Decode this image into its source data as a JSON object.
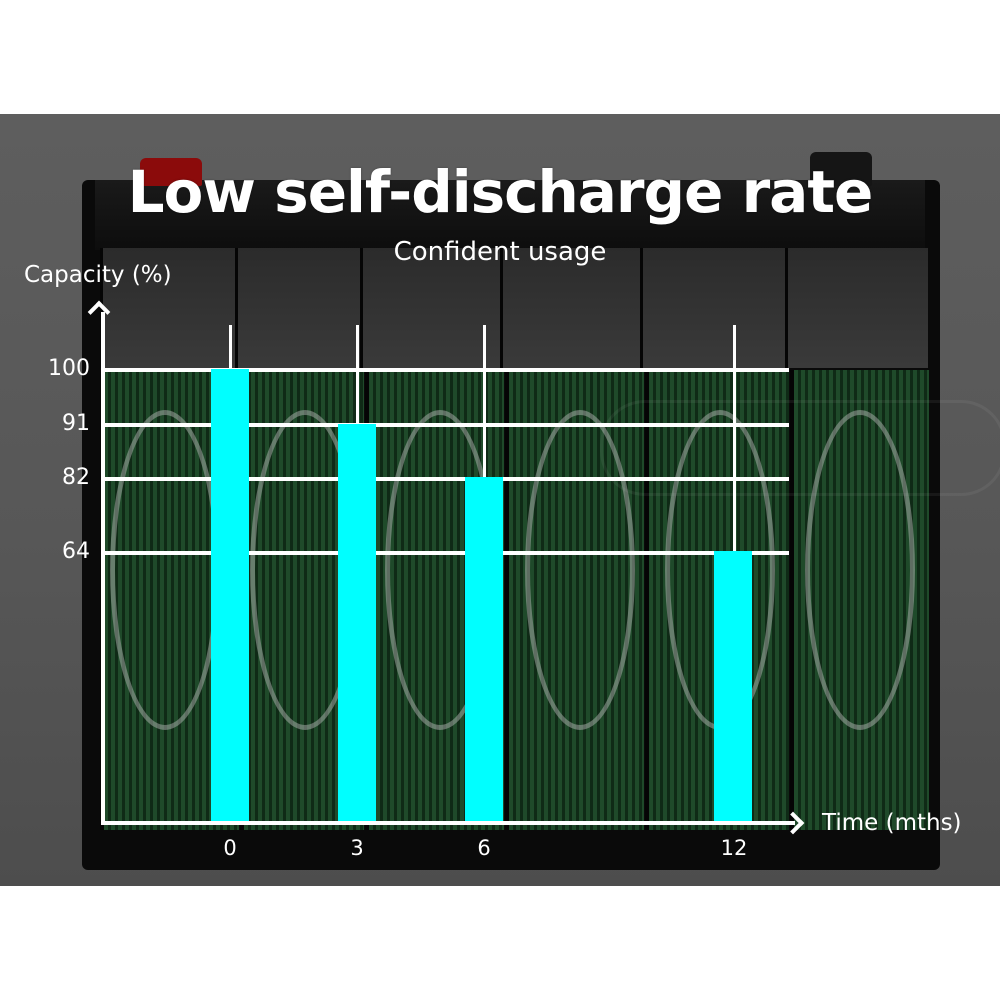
{
  "header": {
    "title": "Low self-discharge rate",
    "subtitle": "Confident usage"
  },
  "colors": {
    "bar": "#00ffff",
    "axis": "#ffffff",
    "background": "#585858",
    "terminal_positive": "#8b0b0b"
  },
  "chart_data": {
    "type": "bar",
    "title": "Low self-discharge rate",
    "subtitle": "Confident usage",
    "xlabel": "Time (mths)",
    "ylabel": "Capacity (%)",
    "categories": [
      "0",
      "3",
      "6",
      "12"
    ],
    "values": [
      100,
      91,
      82,
      64
    ],
    "y_ticks": [
      100,
      91,
      82,
      64
    ],
    "ylim": [
      0,
      100
    ],
    "grid": true,
    "legend": null
  },
  "axis": {
    "y_label": "Capacity (%)",
    "x_label": "Time (mths)",
    "y_ticks": [
      "100",
      "91",
      "82",
      "64"
    ],
    "x_ticks": [
      "0",
      "3",
      "6",
      "12"
    ]
  }
}
